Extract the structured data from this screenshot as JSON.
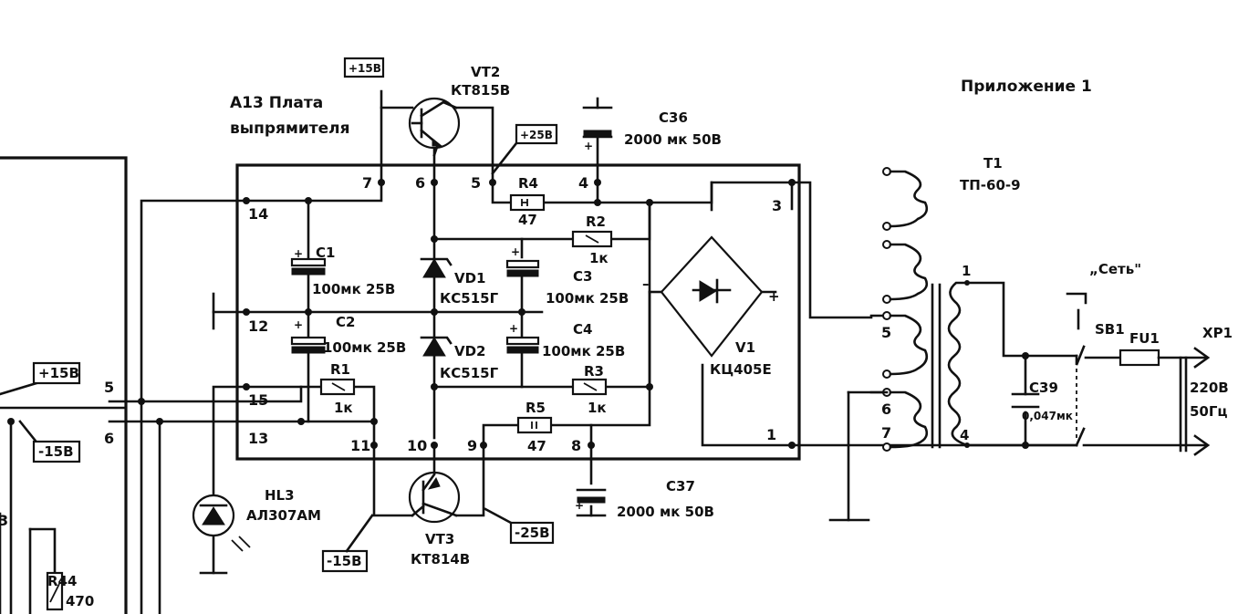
{
  "title": "Приложение 1",
  "board_title": [
    "А13  Плата",
    "выпрямителя"
  ],
  "rails": {
    "top_p15": "+15В",
    "p25": "+25В",
    "left_p15": "+15В",
    "left_m15": "-15В",
    "bottom_m15": "-15В",
    "bottom_m25": "-25В"
  },
  "pins": [
    "1",
    "3",
    "4",
    "5",
    "6",
    "7",
    "8",
    "9",
    "10",
    "11",
    "12",
    "13",
    "14",
    "15"
  ],
  "left_pins": [
    "5",
    "6"
  ],
  "components": {
    "VT2": {
      "ref": "VT2",
      "type": "КТ815В"
    },
    "VT3": {
      "ref": "VT3",
      "type": "КТ814В"
    },
    "C36": {
      "ref": "C36",
      "value": "2000 мк 50В"
    },
    "C37": {
      "ref": "C37",
      "value": "2000 мк 50В"
    },
    "R4": {
      "ref": "R4",
      "value": "47"
    },
    "R2": {
      "ref": "R2",
      "value": "1к"
    },
    "R1": {
      "ref": "R1",
      "value": "1к"
    },
    "R3": {
      "ref": "R3",
      "value": "1к"
    },
    "R5": {
      "ref": "R5",
      "value": "47"
    },
    "C1": {
      "ref": "C1",
      "value": "100мк 25В"
    },
    "C2": {
      "ref": "C2",
      "value": "100мк 25В"
    },
    "C3": {
      "ref": "C3",
      "value": "100мк 25В"
    },
    "C4": {
      "ref": "C4",
      "value": "100мк 25В"
    },
    "VD1": {
      "ref": "VD1",
      "type": "КС515Г"
    },
    "VD2": {
      "ref": "VD2",
      "type": "КС515Г"
    },
    "V1": {
      "ref": "V1",
      "type": "КЦ405Е"
    },
    "HL3": {
      "ref": "HL3",
      "type": "АЛ307АМ"
    },
    "T1": {
      "ref": "T1",
      "type": "ТП-60-9"
    },
    "C39": {
      "ref": "C39",
      "value": "0,047мк"
    },
    "R44": {
      "ref": "R44",
      "value": "470"
    },
    "SB1": {
      "ref": "SB1",
      "label": "„Сеть\""
    },
    "FU1": {
      "ref": "FU1"
    },
    "XP1": {
      "ref": "XP1",
      "value": [
        "220В",
        "50Гц"
      ]
    }
  },
  "transformer_pins": [
    "1",
    "4",
    "5",
    "6",
    "7"
  ],
  "stray_label": "3",
  "polarity": {
    "minus": "–",
    "plus": "+"
  }
}
